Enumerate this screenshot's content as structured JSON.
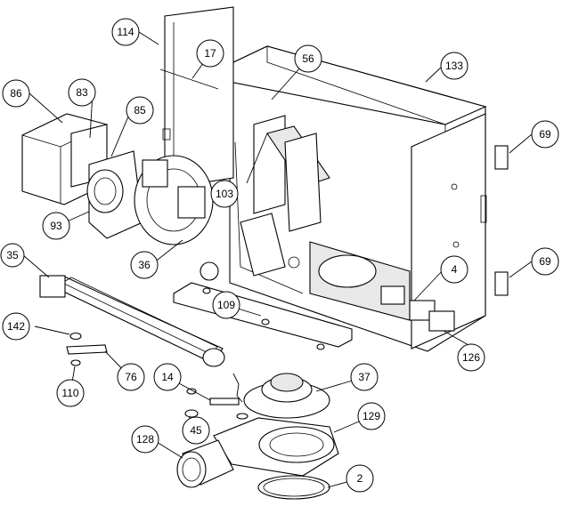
{
  "callouts": {
    "c114": "114",
    "c17": "17",
    "c56": "56",
    "c133": "133",
    "c86": "86",
    "c83": "83",
    "c85": "85",
    "c69a": "69",
    "c103": "103",
    "c93": "93",
    "c36": "36",
    "c35": "35",
    "c4": "4",
    "c69b": "69",
    "c109": "109",
    "c142": "142",
    "c126": "126",
    "c76": "76",
    "c14": "14",
    "c37": "37",
    "c110": "110",
    "c129": "129",
    "c45": "45",
    "c128": "128",
    "c2": "2"
  }
}
